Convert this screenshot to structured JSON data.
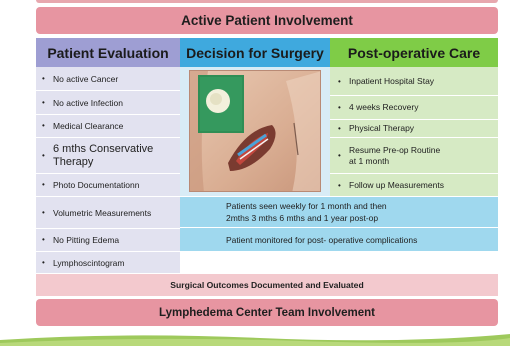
{
  "banner_top": "Active Patient Involvement",
  "columns": {
    "evaluation": "Patient Evaluation",
    "surgery": "Decision for Surgery",
    "postop": "Post-operative Care"
  },
  "evaluation_items": [
    "No active Cancer",
    "No active Infection",
    "Medical Clearance",
    "6 mths Conservative Therapy",
    "Photo Documentationn",
    "Volumetric  Measurements",
    "No Pitting Edema",
    "Lymphoscintogram"
  ],
  "postop_items": [
    "Inpatient Hospital Stay",
    "4 weeks Recovery",
    "Physical Therapy",
    "Resume Pre-op Routine at 1 month",
    "Follow up Measurements"
  ],
  "followup": {
    "line1": "Patients seen weekly for 1 month and then",
    "line2": "2mths  3 mths  6 mths and 1 year post-op",
    "monitor": "Patient monitored for post- operative complications"
  },
  "outcomes": "Surgical Outcomes Documented and Evaluated",
  "banner_bottom": "Lymphedema  Center Team Involvement",
  "colors": {
    "banner": "#e795a1",
    "evaluation_header": "#9e9ed3",
    "surgery_header": "#3fa9de",
    "postop_header": "#7fcc47",
    "evaluation_cell": "#e2e2f0",
    "postop_cell": "#d6eac4",
    "followup_box": "#9fd8ee"
  }
}
